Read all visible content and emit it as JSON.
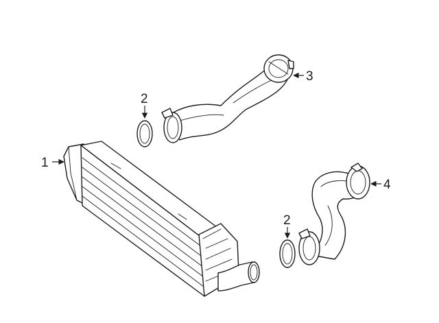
{
  "callouts": {
    "c1": "1",
    "c2a": "2",
    "c2b": "2",
    "c3": "3",
    "c4": "4"
  },
  "colors": {
    "line": "#1a1a1a",
    "background": "#ffffff"
  }
}
